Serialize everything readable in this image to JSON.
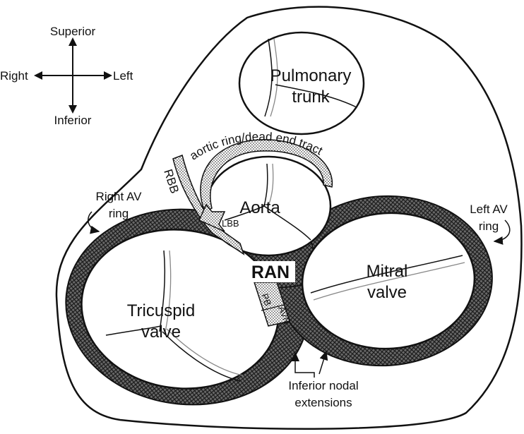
{
  "orientation": {
    "superior": "Superior",
    "inferior": "Inferior",
    "right": "Right",
    "left": "Left"
  },
  "structures": {
    "pulmonary_line1": "Pulmonary",
    "pulmonary_line2": "trunk",
    "aorta": "Aorta",
    "tricuspid_line1": "Tricuspid",
    "tricuspid_line2": "valve",
    "mitral_line1": "Mitral",
    "mitral_line2": "valve"
  },
  "labels": {
    "aortic_ring_tract": "aortic ring/dead end tract",
    "rbb": "RBB",
    "lbb": "LBB",
    "ran": "RAN",
    "pb": "PB",
    "avn": "AVN",
    "right_av_line1": "Right AV",
    "right_av_line2": "ring",
    "left_av_line1": "Left AV",
    "left_av_line2": "ring",
    "inferior_nodal_line1": "Inferior nodal",
    "inferior_nodal_line2": "extensions"
  },
  "colors": {
    "line": "#111111",
    "ring_fill": "#555555",
    "background": "#ffffff"
  }
}
